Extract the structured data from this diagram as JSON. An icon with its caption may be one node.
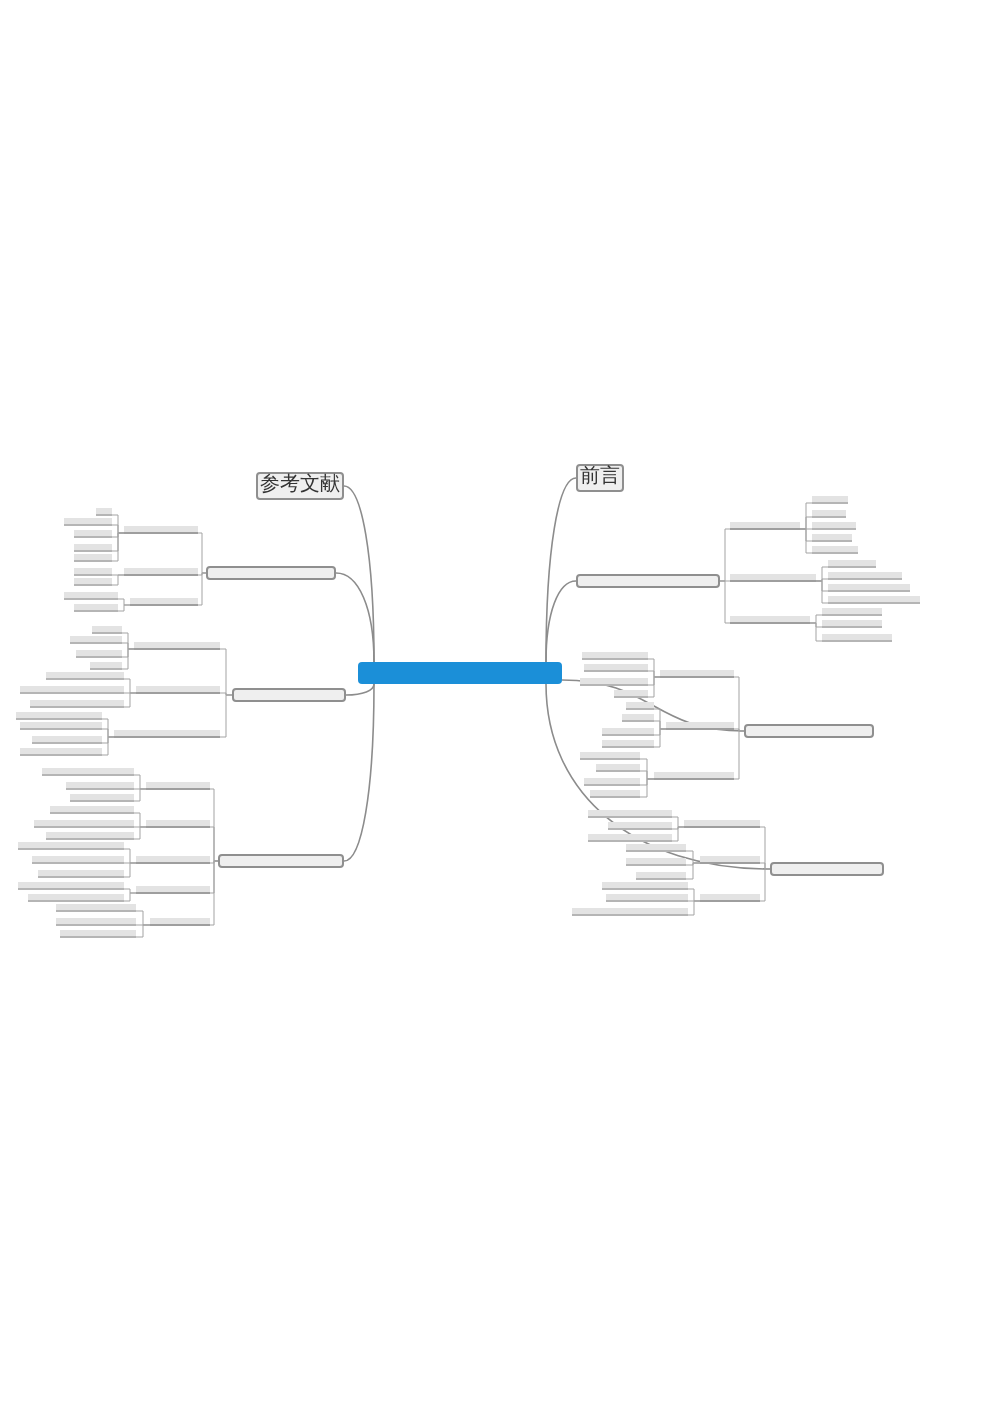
{
  "diagram": {
    "nodes": [
      {
        "text": [],
        "shape": "box"
      },
      {
        "text": [
          "前言"
        ]
      },
      {
        "text": [],
        "shape": "box"
      },
      {
        "text": [],
        "shape": "bar"
      },
      {
        "text": [],
        "shape": "bar"
      },
      {
        "text": [],
        "shape": "bar"
      },
      {
        "text": [],
        "shape": "bar"
      },
      {
        "text": [],
        "shape": "bar"
      },
      {
        "text": [],
        "shape": "bar"
      },
      {
        "text": [],
        "shape": "bar"
      },
      {
        "text": [],
        "shape": "bar"
      },
      {
        "text": [],
        "shape": "bar"
      },
      {
        "text": [],
        "shape": "bar"
      },
      {
        "text": [],
        "shape": "bar"
      },
      {
        "text": [],
        "shape": "bar"
      },
      {
        "text": [],
        "shape": "bar"
      },
      {
        "text": [],
        "shape": "bar"
      },
      {
        "text": [],
        "shape": "bar"
      },
      {
        "text": [],
        "shape": "box"
      },
      {
        "text": [],
        "shape": "bar"
      },
      {
        "text": [],
        "shape": "bar"
      },
      {
        "text": [],
        "shape": "bar"
      },
      {
        "text": [],
        "shape": "bar"
      },
      {
        "text": [],
        "shape": "bar"
      },
      {
        "text": [],
        "shape": "bar"
      },
      {
        "text": [],
        "shape": "bar"
      },
      {
        "text": [],
        "shape": "bar"
      },
      {
        "text": [],
        "shape": "bar"
      },
      {
        "text": [],
        "shape": "bar"
      },
      {
        "text": [],
        "shape": "bar"
      },
      {
        "text": [],
        "shape": "bar"
      },
      {
        "text": [],
        "shape": "bar"
      },
      {
        "text": [],
        "shape": "bar"
      },
      {
        "text": [],
        "shape": "bar"
      },
      {
        "text": [],
        "shape": "box"
      },
      {
        "text": [],
        "shape": "bar"
      },
      {
        "text": [],
        "shape": "bar"
      },
      {
        "text": [],
        "shape": "bar"
      },
      {
        "text": [],
        "shape": "bar"
      },
      {
        "text": [],
        "shape": "bar"
      },
      {
        "text": [],
        "shape": "bar"
      },
      {
        "text": [],
        "shape": "bar"
      },
      {
        "text": [],
        "shape": "bar"
      },
      {
        "text": [],
        "shape": "bar"
      },
      {
        "text": [],
        "shape": "bar"
      },
      {
        "text": [],
        "shape": "bar"
      },
      {
        "text": [],
        "shape": "bar"
      },
      {
        "text": [],
        "shape": "box"
      },
      {
        "text": [],
        "shape": "bar"
      },
      {
        "text": [],
        "shape": "bar"
      },
      {
        "text": [],
        "shape": "bar"
      },
      {
        "text": [],
        "shape": "bar"
      },
      {
        "text": [],
        "shape": "bar"
      },
      {
        "text": [],
        "shape": "bar"
      },
      {
        "text": [],
        "shape": "bar"
      },
      {
        "text": [],
        "shape": "bar"
      },
      {
        "text": [],
        "shape": "bar"
      },
      {
        "text": [],
        "shape": "bar"
      },
      {
        "text": [],
        "shape": "bar"
      },
      {
        "text": [],
        "shape": "bar"
      },
      {
        "text": [],
        "shape": "bar"
      },
      {
        "text": [],
        "shape": "bar"
      },
      {
        "text": [],
        "shape": "bar"
      },
      {
        "text": [],
        "shape": "bar"
      },
      {
        "text": [],
        "shape": "bar"
      },
      {
        "text": [],
        "shape": "bar"
      },
      {
        "text": [],
        "shape": "bar"
      },
      {
        "text": [],
        "shape": "box"
      },
      {
        "text": [],
        "shape": "bar"
      },
      {
        "text": [],
        "shape": "bar"
      },
      {
        "text": [],
        "shape": "bar"
      },
      {
        "text": [],
        "shape": "bar"
      },
      {
        "text": [],
        "shape": "bar"
      },
      {
        "text": [],
        "shape": "bar"
      },
      {
        "text": [],
        "shape": "bar"
      },
      {
        "text": [],
        "shape": "bar"
      },
      {
        "text": [],
        "shape": "bar"
      },
      {
        "text": [],
        "shape": "bar"
      },
      {
        "text": [],
        "shape": "bar"
      },
      {
        "text": [],
        "shape": "bar"
      },
      {
        "text": [],
        "shape": "bar"
      },
      {
        "text": [],
        "shape": "bar"
      },
      {
        "text": [],
        "shape": "box"
      },
      {
        "text": [],
        "shape": "bar"
      },
      {
        "text": [],
        "shape": "bar"
      },
      {
        "text": [],
        "shape": "bar"
      },
      {
        "text": [],
        "shape": "bar"
      },
      {
        "text": [],
        "shape": "bar"
      },
      {
        "text": [],
        "shape": "bar"
      },
      {
        "text": [],
        "shape": "bar"
      },
      {
        "text": [],
        "shape": "bar"
      },
      {
        "text": [],
        "shape": "bar"
      },
      {
        "text": [],
        "shape": "bar"
      },
      {
        "text": [],
        "shape": "bar"
      },
      {
        "text": [],
        "shape": "bar"
      },
      {
        "text": [
          "参考文献"
        ]
      }
    ],
    "edges": [
      {
        "from": 0,
        "to": 1,
        "arrow": "none"
      },
      {
        "from": 0,
        "to": 2,
        "arrow": "none"
      },
      {
        "from": 0,
        "to": 18,
        "arrow": "none"
      },
      {
        "from": 0,
        "to": 34,
        "arrow": "none"
      },
      {
        "from": 0,
        "to": 47,
        "arrow": "none"
      },
      {
        "from": 0,
        "to": 67,
        "arrow": "none"
      },
      {
        "from": 0,
        "to": 82,
        "arrow": "none"
      },
      {
        "from": 0,
        "to": 95,
        "arrow": "none"
      },
      {
        "from": 2,
        "to": 3,
        "arrow": "none"
      },
      {
        "from": 3,
        "to": 4,
        "arrow": "none"
      },
      {
        "from": 3,
        "to": 5,
        "arrow": "none"
      },
      {
        "from": 3,
        "to": 6,
        "arrow": "none"
      },
      {
        "from": 3,
        "to": 7,
        "arrow": "none"
      },
      {
        "from": 3,
        "to": 8,
        "arrow": "none"
      },
      {
        "from": 2,
        "to": 9,
        "arrow": "none"
      },
      {
        "from": 9,
        "to": 10,
        "arrow": "none"
      },
      {
        "from": 9,
        "to": 11,
        "arrow": "none"
      },
      {
        "from": 9,
        "to": 12,
        "arrow": "none"
      },
      {
        "from": 9,
        "to": 13,
        "arrow": "none"
      },
      {
        "from": 2,
        "to": 14,
        "arrow": "none"
      },
      {
        "from": 14,
        "to": 15,
        "arrow": "none"
      },
      {
        "from": 14,
        "to": 16,
        "arrow": "none"
      },
      {
        "from": 14,
        "to": 17,
        "arrow": "none"
      },
      {
        "from": 18,
        "to": 19,
        "arrow": "none"
      },
      {
        "from": 19,
        "to": 20,
        "arrow": "none"
      },
      {
        "from": 19,
        "to": 21,
        "arrow": "none"
      },
      {
        "from": 19,
        "to": 22,
        "arrow": "none"
      },
      {
        "from": 19,
        "to": 23,
        "arrow": "none"
      },
      {
        "from": 18,
        "to": 24,
        "arrow": "none"
      },
      {
        "from": 24,
        "to": 25,
        "arrow": "none"
      },
      {
        "from": 24,
        "to": 26,
        "arrow": "none"
      },
      {
        "from": 24,
        "to": 27,
        "arrow": "none"
      },
      {
        "from": 24,
        "to": 28,
        "arrow": "none"
      },
      {
        "from": 18,
        "to": 29,
        "arrow": "none"
      },
      {
        "from": 29,
        "to": 30,
        "arrow": "none"
      },
      {
        "from": 29,
        "to": 31,
        "arrow": "none"
      },
      {
        "from": 29,
        "to": 32,
        "arrow": "none"
      },
      {
        "from": 29,
        "to": 33,
        "arrow": "none"
      },
      {
        "from": 34,
        "to": 35,
        "arrow": "none"
      },
      {
        "from": 35,
        "to": 36,
        "arrow": "none"
      },
      {
        "from": 35,
        "to": 37,
        "arrow": "none"
      },
      {
        "from": 35,
        "to": 38,
        "arrow": "none"
      },
      {
        "from": 34,
        "to": 39,
        "arrow": "none"
      },
      {
        "from": 39,
        "to": 40,
        "arrow": "none"
      },
      {
        "from": 39,
        "to": 41,
        "arrow": "none"
      },
      {
        "from": 39,
        "to": 42,
        "arrow": "none"
      },
      {
        "from": 34,
        "to": 43,
        "arrow": "none"
      },
      {
        "from": 43,
        "to": 44,
        "arrow": "none"
      },
      {
        "from": 43,
        "to": 45,
        "arrow": "none"
      },
      {
        "from": 43,
        "to": 46,
        "arrow": "none"
      },
      {
        "from": 47,
        "to": 48,
        "arrow": "none"
      },
      {
        "from": 48,
        "to": 49,
        "arrow": "none"
      },
      {
        "from": 48,
        "to": 50,
        "arrow": "none"
      },
      {
        "from": 48,
        "to": 51,
        "arrow": "none"
      },
      {
        "from": 47,
        "to": 52,
        "arrow": "none"
      },
      {
        "from": 52,
        "to": 53,
        "arrow": "none"
      },
      {
        "from": 52,
        "to": 54,
        "arrow": "none"
      },
      {
        "from": 52,
        "to": 55,
        "arrow": "none"
      },
      {
        "from": 47,
        "to": 56,
        "arrow": "none"
      },
      {
        "from": 56,
        "to": 57,
        "arrow": "none"
      },
      {
        "from": 56,
        "to": 58,
        "arrow": "none"
      },
      {
        "from": 56,
        "to": 59,
        "arrow": "none"
      },
      {
        "from": 47,
        "to": 60,
        "arrow": "none"
      },
      {
        "from": 60,
        "to": 61,
        "arrow": "none"
      },
      {
        "from": 60,
        "to": 62,
        "arrow": "none"
      },
      {
        "from": 47,
        "to": 63,
        "arrow": "none"
      },
      {
        "from": 63,
        "to": 64,
        "arrow": "none"
      },
      {
        "from": 63,
        "to": 65,
        "arrow": "none"
      },
      {
        "from": 63,
        "to": 66,
        "arrow": "none"
      },
      {
        "from": 67,
        "to": 68,
        "arrow": "none"
      },
      {
        "from": 68,
        "to": 69,
        "arrow": "none"
      },
      {
        "from": 68,
        "to": 70,
        "arrow": "none"
      },
      {
        "from": 68,
        "to": 71,
        "arrow": "none"
      },
      {
        "from": 68,
        "to": 72,
        "arrow": "none"
      },
      {
        "from": 67,
        "to": 73,
        "arrow": "none"
      },
      {
        "from": 73,
        "to": 74,
        "arrow": "none"
      },
      {
        "from": 73,
        "to": 75,
        "arrow": "none"
      },
      {
        "from": 73,
        "to": 76,
        "arrow": "none"
      },
      {
        "from": 67,
        "to": 77,
        "arrow": "none"
      },
      {
        "from": 77,
        "to": 78,
        "arrow": "none"
      },
      {
        "from": 77,
        "to": 79,
        "arrow": "none"
      },
      {
        "from": 77,
        "to": 80,
        "arrow": "none"
      },
      {
        "from": 77,
        "to": 81,
        "arrow": "none"
      },
      {
        "from": 82,
        "to": 83,
        "arrow": "none"
      },
      {
        "from": 83,
        "to": 84,
        "arrow": "none"
      },
      {
        "from": 83,
        "to": 85,
        "arrow": "none"
      },
      {
        "from": 83,
        "to": 86,
        "arrow": "none"
      },
      {
        "from": 83,
        "to": 87,
        "arrow": "none"
      },
      {
        "from": 83,
        "to": 88,
        "arrow": "none"
      },
      {
        "from": 82,
        "to": 89,
        "arrow": "none"
      },
      {
        "from": 89,
        "to": 90,
        "arrow": "none"
      },
      {
        "from": 89,
        "to": 91,
        "arrow": "none"
      },
      {
        "from": 82,
        "to": 92,
        "arrow": "none"
      },
      {
        "from": 92,
        "to": 93,
        "arrow": "none"
      },
      {
        "from": 92,
        "to": 94,
        "arrow": "none"
      }
    ]
  }
}
